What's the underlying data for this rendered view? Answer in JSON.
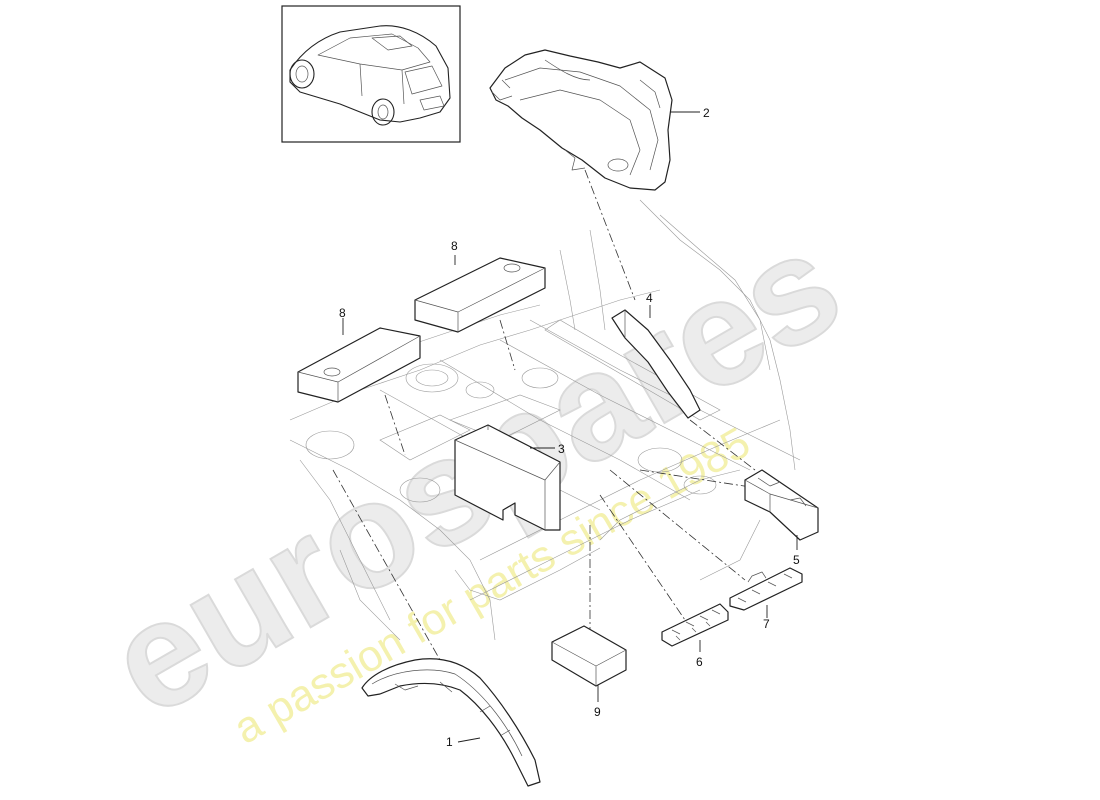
{
  "watermark": {
    "brand": "eurospares",
    "tagline": "a passion for parts since 1985"
  },
  "diagram": {
    "thumbnail": "vehicle-overview",
    "callouts": [
      {
        "id": "c1",
        "label": "1"
      },
      {
        "id": "c2",
        "label": "2"
      },
      {
        "id": "c3",
        "label": "3"
      },
      {
        "id": "c4",
        "label": "4"
      },
      {
        "id": "c5",
        "label": "5"
      },
      {
        "id": "c6",
        "label": "6"
      },
      {
        "id": "c7",
        "label": "7"
      },
      {
        "id": "c8a",
        "label": "8"
      },
      {
        "id": "c8b",
        "label": "8"
      },
      {
        "id": "c9",
        "label": "9"
      }
    ]
  }
}
